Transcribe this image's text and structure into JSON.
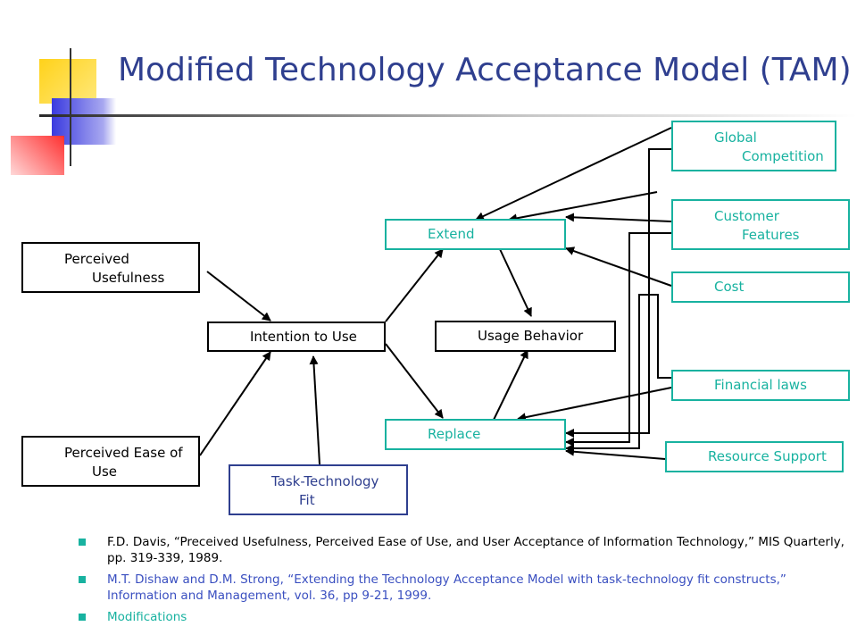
{
  "title": "Modified Technology Acceptance Model (TAM)",
  "nodes": {
    "perceived_usefulness": [
      "Perceived",
      "Usefulness"
    ],
    "perceived_ease": [
      "Perceived Ease of",
      "Use"
    ],
    "intention": "Intention to Use",
    "task_tech_fit": [
      "Task-Technology",
      "Fit"
    ],
    "extend": "Extend",
    "replace": "Replace",
    "usage_behavior": "Usage Behavior",
    "global_competition": [
      "Global",
      "Competition"
    ],
    "customer_features": [
      "Customer",
      "Features"
    ],
    "cost": "Cost",
    "financial_laws": "Financial laws",
    "resource_support": "Resource Support"
  },
  "references": [
    "F.D. Davis, “Preceived Usefulness, Perceived Ease of Use, and User Acceptance of Information Technology,” MIS Quarterly, pp. 319-339, 1989.",
    "M.T. Dishaw and D.M. Strong, “Extending the Technology Acceptance Model with task-technology fit constructs,” Information and Management, vol. 36, pp 9-21, 1999.",
    "Modifications"
  ],
  "colors": {
    "title": "#2f3f8f",
    "teal_box": "#18b2a0",
    "navy_box": "#2f3f8f",
    "deco_yellow": "#ffd21a",
    "deco_blue": "#3a3adf",
    "deco_red": "#ff3030"
  }
}
